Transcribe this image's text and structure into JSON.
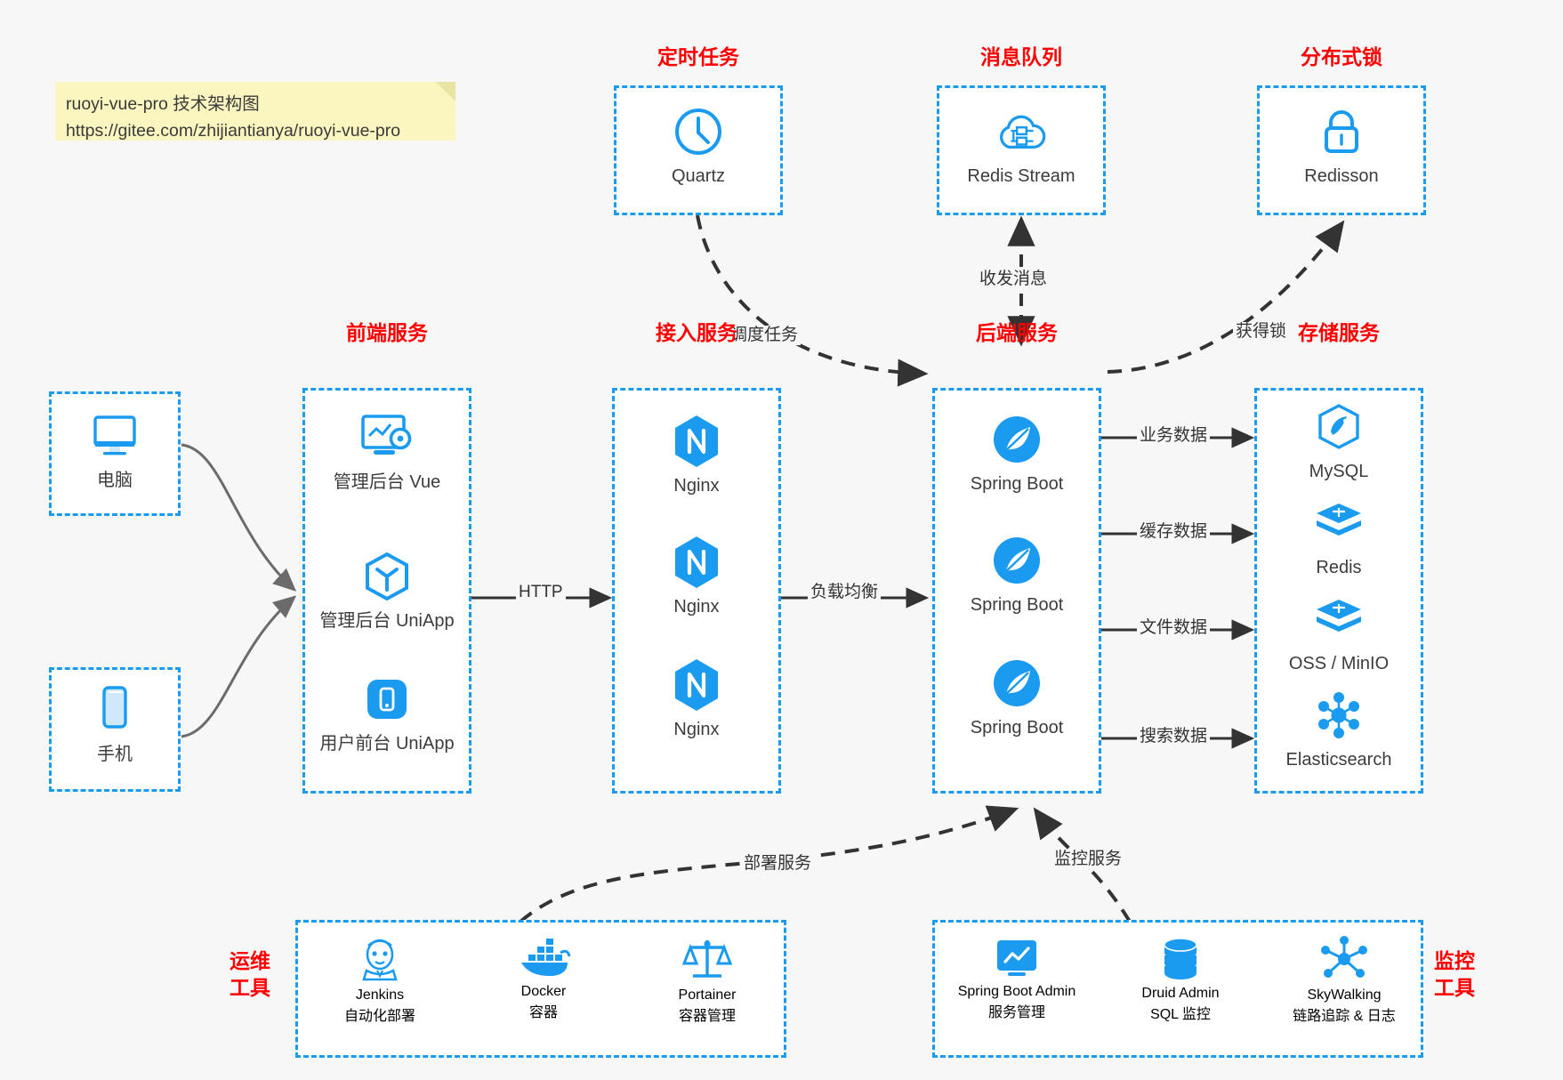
{
  "note": {
    "line1": "ruoyi-vue-pro 技术架构图",
    "line2": "https://gitee.com/zhijiantianya/ruoyi-vue-pro"
  },
  "colors": {
    "accent": "#1a9bf0",
    "title": "#ff0000",
    "text": "#3c3c3c",
    "background": "#f7f7f7",
    "note": "#fbf6bf",
    "arrow": "#333333",
    "device_arrow": "#6b6b6b"
  },
  "groups": {
    "scheduled_task": {
      "title": "定时任务",
      "nodes": [
        {
          "icon": "clock-icon",
          "label": "Quartz"
        }
      ]
    },
    "message_queue": {
      "title": "消息队列",
      "nodes": [
        {
          "icon": "cloud-stream-icon",
          "label": "Redis Stream"
        }
      ]
    },
    "distributed_lock": {
      "title": "分布式锁",
      "nodes": [
        {
          "icon": "lock-icon",
          "label": "Redisson"
        }
      ]
    },
    "devices": {
      "pc": {
        "icon": "desktop-icon",
        "label": "电脑"
      },
      "mobile": {
        "icon": "phone-icon",
        "label": "手机"
      }
    },
    "frontend": {
      "title": "前端服务",
      "nodes": [
        {
          "icon": "dashboard-vue-icon",
          "label": "管理后台 Vue"
        },
        {
          "icon": "cube-uniapp-icon",
          "label": "管理后台 UniApp"
        },
        {
          "icon": "app-user-icon",
          "label": "用户前台 UniApp"
        }
      ]
    },
    "gateway": {
      "title": "接入服务",
      "nodes": [
        {
          "icon": "nginx-icon",
          "label": "Nginx"
        },
        {
          "icon": "nginx-icon",
          "label": "Nginx"
        },
        {
          "icon": "nginx-icon",
          "label": "Nginx"
        }
      ]
    },
    "backend": {
      "title": "后端服务",
      "nodes": [
        {
          "icon": "spring-boot-icon",
          "label": "Spring Boot"
        },
        {
          "icon": "spring-boot-icon",
          "label": "Spring Boot"
        },
        {
          "icon": "spring-boot-icon",
          "label": "Spring Boot"
        }
      ]
    },
    "storage": {
      "title": "存储服务",
      "nodes": [
        {
          "icon": "mysql-icon",
          "label": "MySQL"
        },
        {
          "icon": "redis-icon",
          "label": "Redis"
        },
        {
          "icon": "oss-minio-icon",
          "label": "OSS / MinIO"
        },
        {
          "icon": "elasticsearch-icon",
          "label": "Elasticsearch"
        }
      ]
    },
    "devops": {
      "title": "运维\n工具",
      "title_l1": "运维",
      "title_l2": "工具",
      "nodes": [
        {
          "icon": "jenkins-icon",
          "label": "Jenkins",
          "sub": "自动化部署"
        },
        {
          "icon": "docker-icon",
          "label": "Docker",
          "sub": "容器"
        },
        {
          "icon": "portainer-icon",
          "label": "Portainer",
          "sub": "容器管理"
        }
      ]
    },
    "monitoring": {
      "title_l1": "监控",
      "title_l2": "工具",
      "nodes": [
        {
          "icon": "spring-boot-admin-icon",
          "label": "Spring Boot Admin",
          "sub": "服务管理"
        },
        {
          "icon": "druid-icon",
          "label": "Druid Admin",
          "sub": "SQL 监控"
        },
        {
          "icon": "skywalking-icon",
          "label": "SkyWalking",
          "sub": "链路追踪 & 日志"
        }
      ]
    }
  },
  "edges": {
    "schedule_task": "调度任务",
    "send_receive_message": "收发消息",
    "acquire_lock": "获得锁",
    "http": "HTTP",
    "load_balance": "负载均衡",
    "business_data": "业务数据",
    "cache_data": "缓存数据",
    "file_data": "文件数据",
    "search_data": "搜索数据",
    "deploy_service": "部署服务",
    "monitor_service": "监控服务"
  }
}
